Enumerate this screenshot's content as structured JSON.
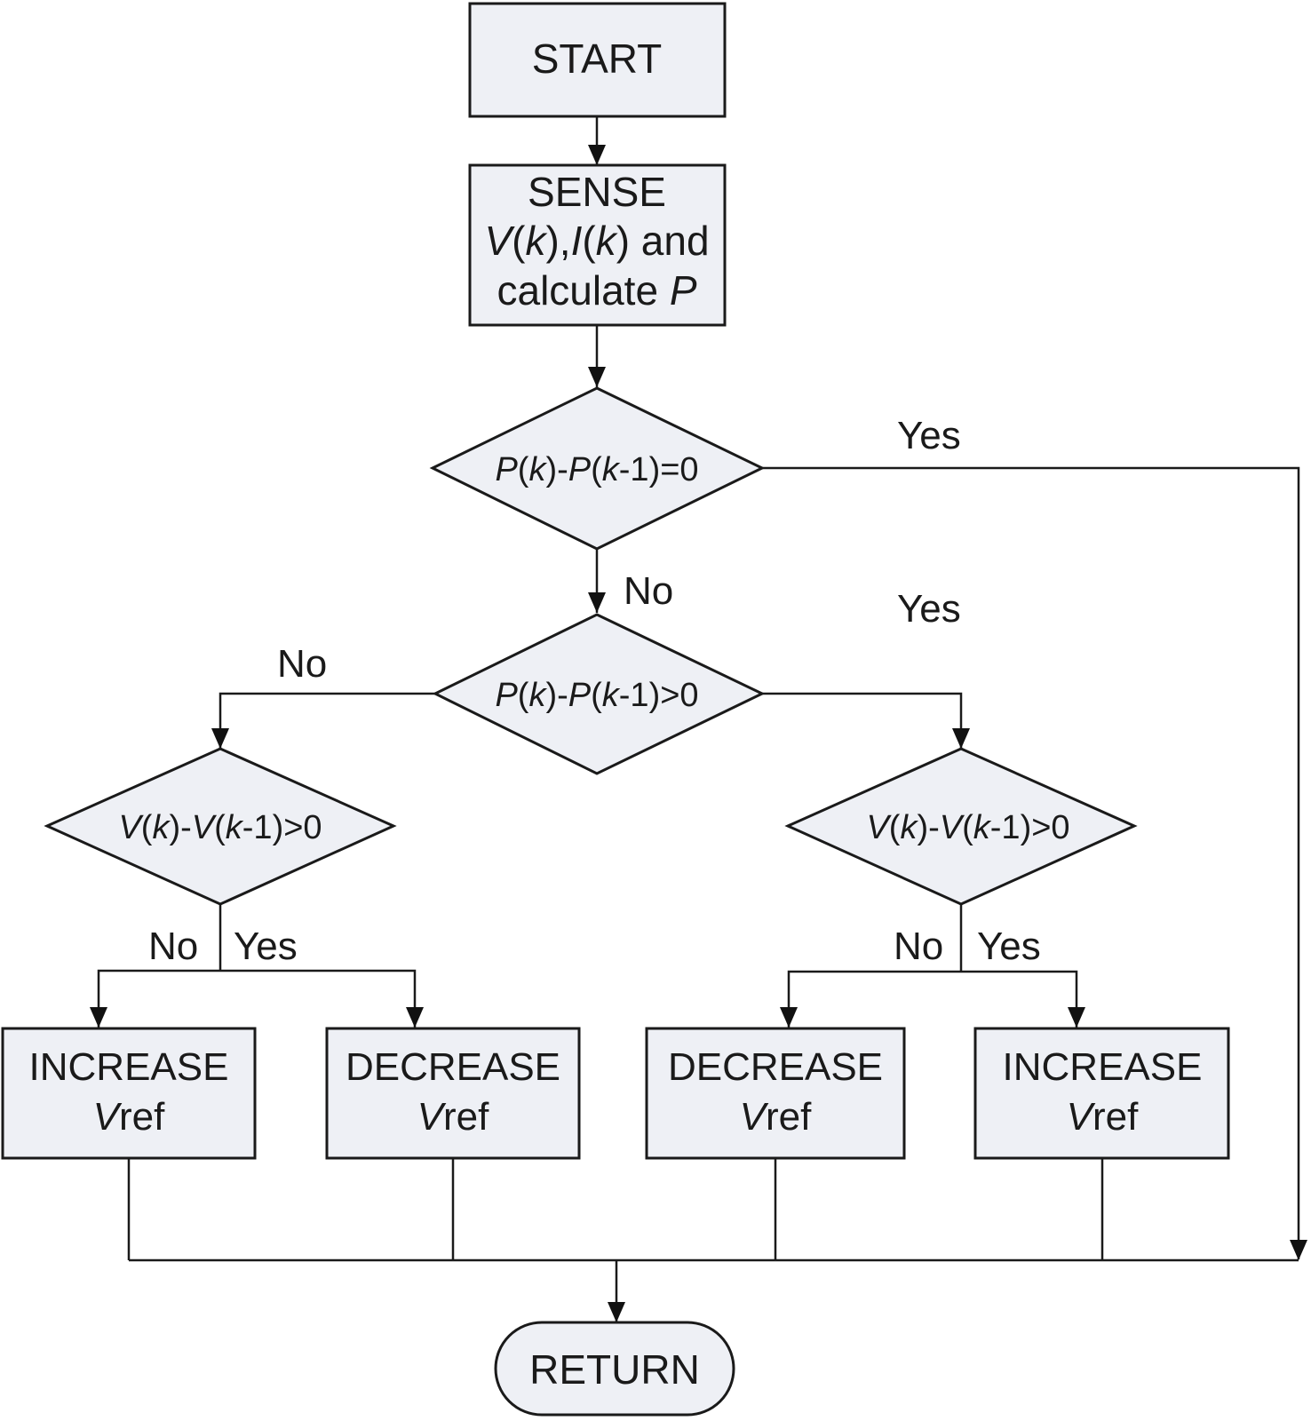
{
  "diagram": {
    "type": "flowchart",
    "title": "Perturb and Observe MPPT algorithm",
    "colors": {
      "node_fill": "#eef0f5",
      "stroke": "#1a1a1a",
      "text": "#1a1a1a",
      "background": "#ffffff"
    },
    "nodes": {
      "start": {
        "shape": "rectangle",
        "label": "START"
      },
      "sense": {
        "shape": "rectangle",
        "line1": "SENSE",
        "line2_parts": [
          "V",
          "(",
          "k",
          "),",
          "I",
          "(",
          "k",
          ") and"
        ],
        "line3_parts": [
          "calculate ",
          "P"
        ],
        "label": "SENSE V(k),I(k) and calculate P"
      },
      "decision_power_equal": {
        "shape": "diamond",
        "parts": [
          "P",
          "(",
          "k",
          ")-",
          "P",
          "(",
          "k",
          "-1)=0"
        ],
        "label": "P(k)-P(k-1)=0"
      },
      "decision_power_greater": {
        "shape": "diamond",
        "parts": [
          "P",
          "(",
          "k",
          ")-",
          "P",
          "(",
          "k",
          "-1)>0"
        ],
        "label": "P(k)-P(k-1)>0"
      },
      "decision_voltage_left": {
        "shape": "diamond",
        "parts": [
          "V",
          "(",
          "k",
          ")-",
          "V",
          "(",
          "k",
          "-1)>0"
        ],
        "label": "V(k)-V(k-1)>0"
      },
      "decision_voltage_right": {
        "shape": "diamond",
        "parts": [
          "V",
          "(",
          "k",
          ")-",
          "V",
          "(",
          "k",
          "-1)>0"
        ],
        "label": "V(k)-V(k-1)>0"
      },
      "increase_vref_1": {
        "shape": "rectangle",
        "line1": "INCREASE",
        "line2_parts": [
          "V",
          "ref"
        ],
        "label": "INCREASE Vref"
      },
      "decrease_vref_1": {
        "shape": "rectangle",
        "line1": "DECREASE",
        "line2_parts": [
          "V",
          "ref"
        ],
        "label": "DECREASE Vref"
      },
      "decrease_vref_2": {
        "shape": "rectangle",
        "line1": "DECREASE",
        "line2_parts": [
          "V",
          "ref"
        ],
        "label": "DECREASE Vref"
      },
      "increase_vref_2": {
        "shape": "rectangle",
        "line1": "INCREASE",
        "line2_parts": [
          "V",
          "ref"
        ],
        "label": "INCREASE Vref"
      },
      "return": {
        "shape": "terminator",
        "label": "RETURN"
      }
    },
    "edge_labels": {
      "eq_yes": "Yes",
      "eq_no": "No",
      "gt_yes": "Yes",
      "gt_no": "No",
      "vleft_no": "No",
      "vleft_yes": "Yes",
      "vright_no": "No",
      "vright_yes": "Yes"
    },
    "edges": [
      {
        "from": "start",
        "to": "sense",
        "label": ""
      },
      {
        "from": "sense",
        "to": "decision_power_equal",
        "label": ""
      },
      {
        "from": "decision_power_equal",
        "to": "return",
        "label": "Yes"
      },
      {
        "from": "decision_power_equal",
        "to": "decision_power_greater",
        "label": "No"
      },
      {
        "from": "decision_power_greater",
        "to": "decision_voltage_left",
        "label": "No"
      },
      {
        "from": "decision_power_greater",
        "to": "decision_voltage_right",
        "label": "Yes"
      },
      {
        "from": "decision_voltage_left",
        "to": "increase_vref_1",
        "label": "No"
      },
      {
        "from": "decision_voltage_left",
        "to": "decrease_vref_1",
        "label": "Yes"
      },
      {
        "from": "decision_voltage_right",
        "to": "decrease_vref_2",
        "label": "No"
      },
      {
        "from": "decision_voltage_right",
        "to": "increase_vref_2",
        "label": "Yes"
      },
      {
        "from": "increase_vref_1",
        "to": "return",
        "label": ""
      },
      {
        "from": "decrease_vref_1",
        "to": "return",
        "label": ""
      },
      {
        "from": "decrease_vref_2",
        "to": "return",
        "label": ""
      },
      {
        "from": "increase_vref_2",
        "to": "return",
        "label": ""
      }
    ]
  }
}
